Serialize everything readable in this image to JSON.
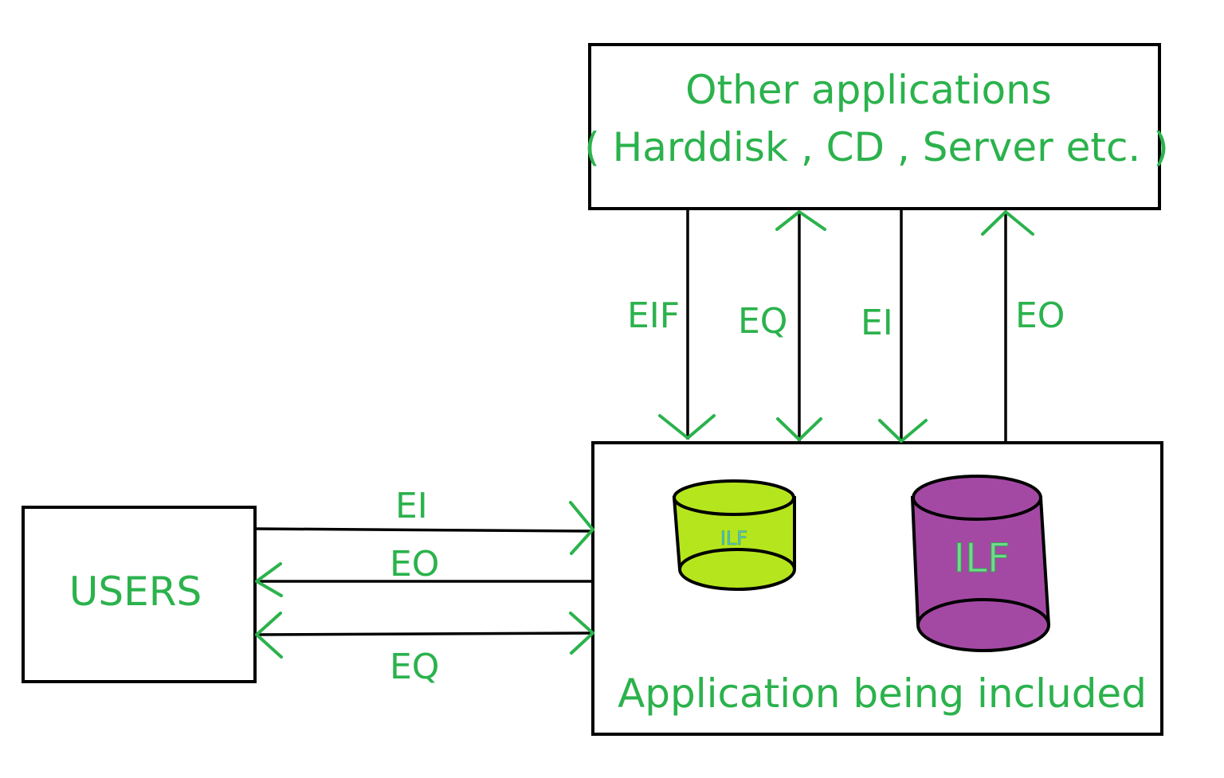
{
  "nodes": {
    "other": {
      "line1": "Other applications",
      "line2": "( Harddisk , CD , Server etc. )"
    },
    "users": {
      "label": "USERS"
    },
    "app": {
      "label": "Application being included"
    }
  },
  "stores": {
    "small": {
      "label": "ILF",
      "color": "#b5e61d"
    },
    "large": {
      "label": "ILF",
      "color": "#a349a4"
    }
  },
  "vertical_edges": [
    {
      "label": "EIF",
      "direction": "down"
    },
    {
      "label": "EQ",
      "direction": "both"
    },
    {
      "label": "EI",
      "direction": "down"
    },
    {
      "label": "EO",
      "direction": "up"
    }
  ],
  "horizontal_edges": [
    {
      "label": "EI",
      "direction": "right"
    },
    {
      "label": "EO",
      "direction": "left"
    },
    {
      "label": "EQ",
      "direction": "both"
    }
  ],
  "colors": {
    "text": "#2bb24c",
    "lines": "#000000"
  }
}
